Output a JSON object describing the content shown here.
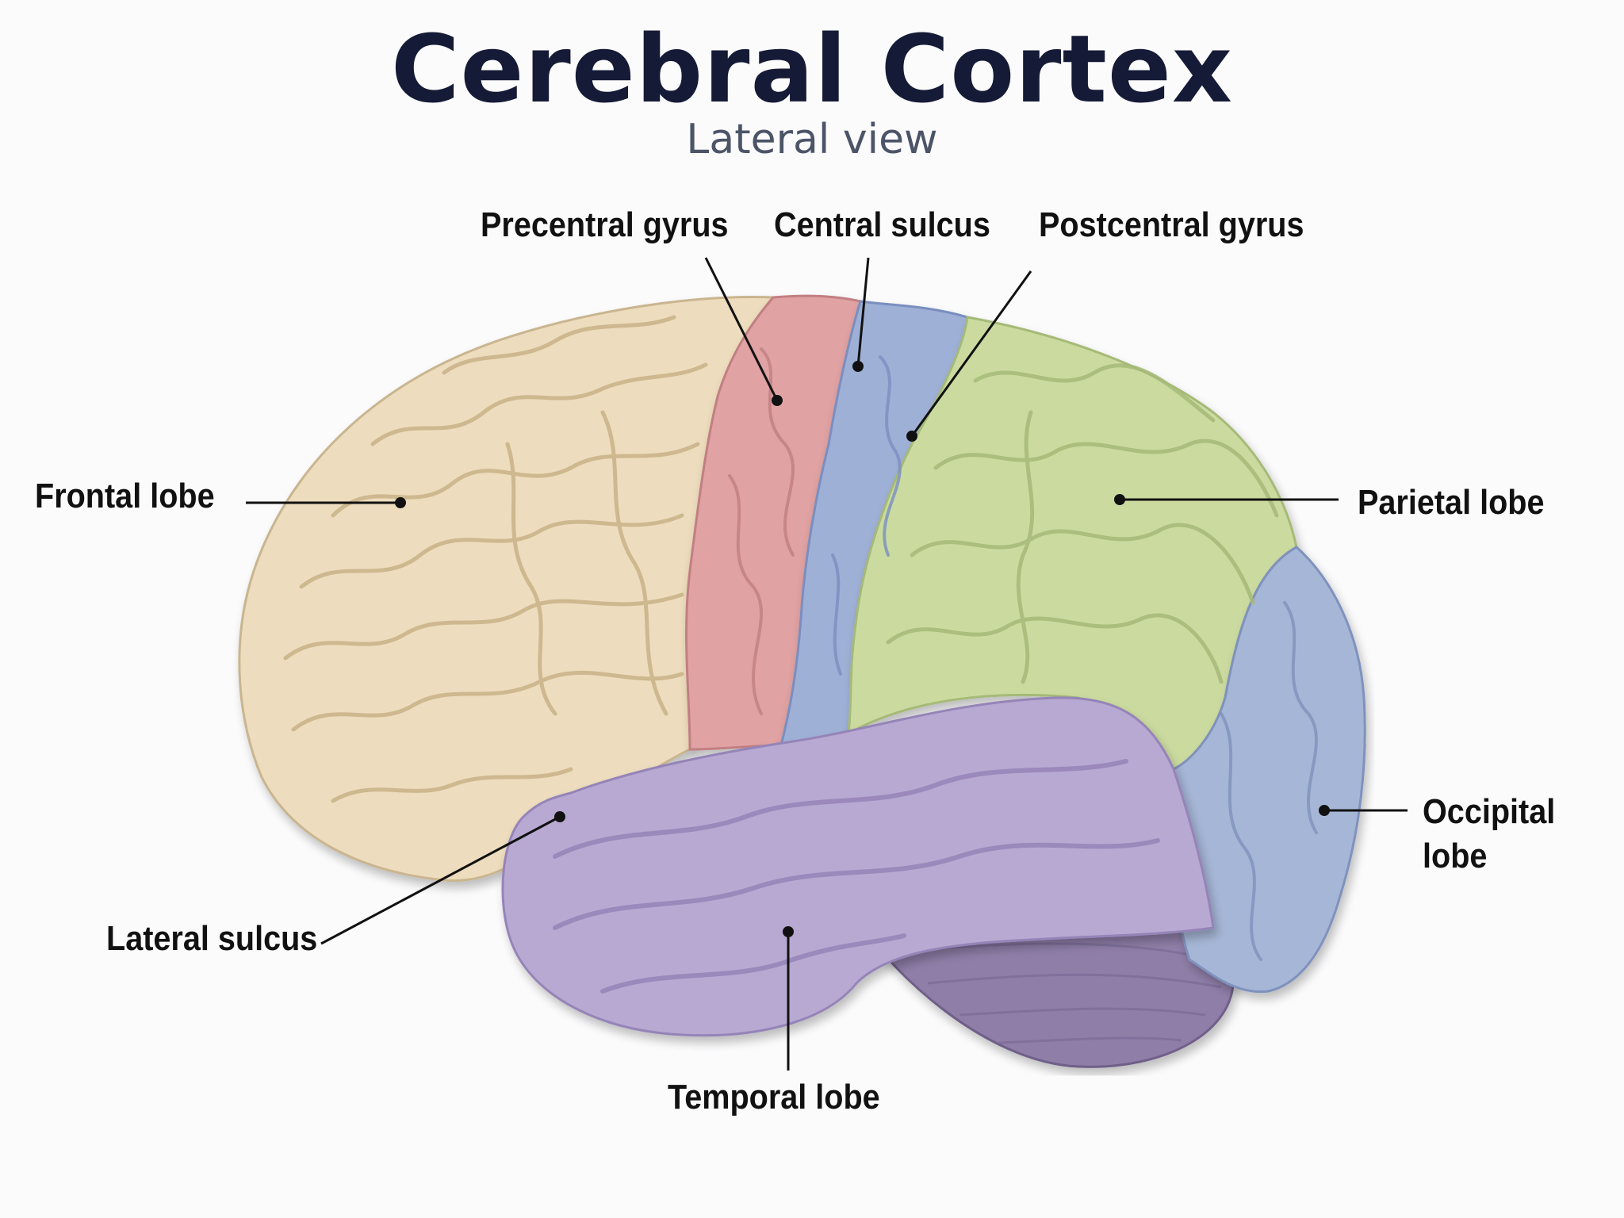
{
  "title": "Cerebral Cortex",
  "subtitle": "Lateral view",
  "labels": {
    "precentral_gyrus": "Precentral gyrus",
    "central_sulcus": "Central sulcus",
    "postcentral_gyrus": "Postcentral gyrus",
    "frontal_lobe": "Frontal lobe",
    "parietal_lobe": "Parietal lobe",
    "occipital_lobe_line1": "Occipital",
    "occipital_lobe_line2": "lobe",
    "lateral_sulcus": "Lateral sulcus",
    "temporal_lobe": "Temporal lobe"
  },
  "colors": {
    "frontal": "#eddcbd",
    "precentral": "#e0a2a3",
    "postcentral": "#9fb0d6",
    "parietal": "#cbdba0",
    "occipital": "#a6b6d6",
    "temporal": "#b8a9d2",
    "cerebellum": "#8f7ea8"
  }
}
